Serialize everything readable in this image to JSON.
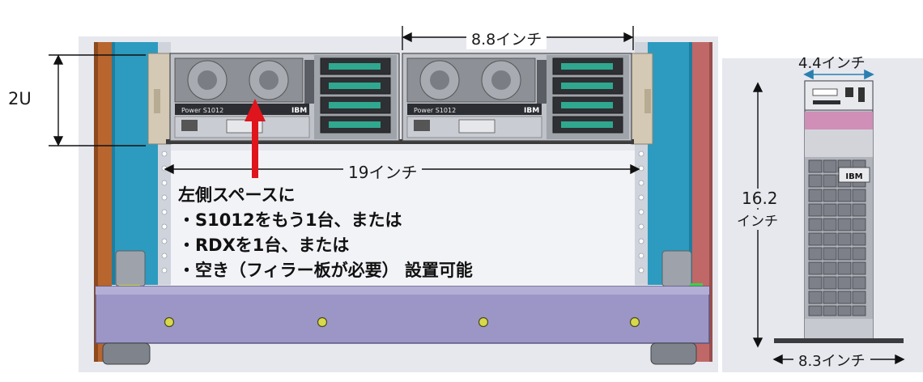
{
  "labels": {
    "top_width": "8.8インチ",
    "rack_height": "2U",
    "rack_width": "19インチ",
    "tower_width": "4.4インチ",
    "tower_height_value": "16.2",
    "tower_height_unit": "インチ",
    "tower_depth": "8.3インチ"
  },
  "server": {
    "model_label": "Power S1012",
    "brand": "IBM"
  },
  "annotation": {
    "title": "左側スペースに",
    "items": [
      "・S1012をもう1台、または",
      "・RDXを1台、または",
      "・空き（フィラー板が必要） 設置可能"
    ]
  },
  "colors": {
    "rack_blue": "#2c9bbf",
    "rack_copper": "#b8652e",
    "rack_rose": "#c06868",
    "base_purple": "#9c96c6",
    "arrow_red": "#e0141c",
    "panel_bg": "#e6e8ee",
    "tower_pink": "#cf8fb6",
    "tower_gray": "#bcbfc7"
  }
}
